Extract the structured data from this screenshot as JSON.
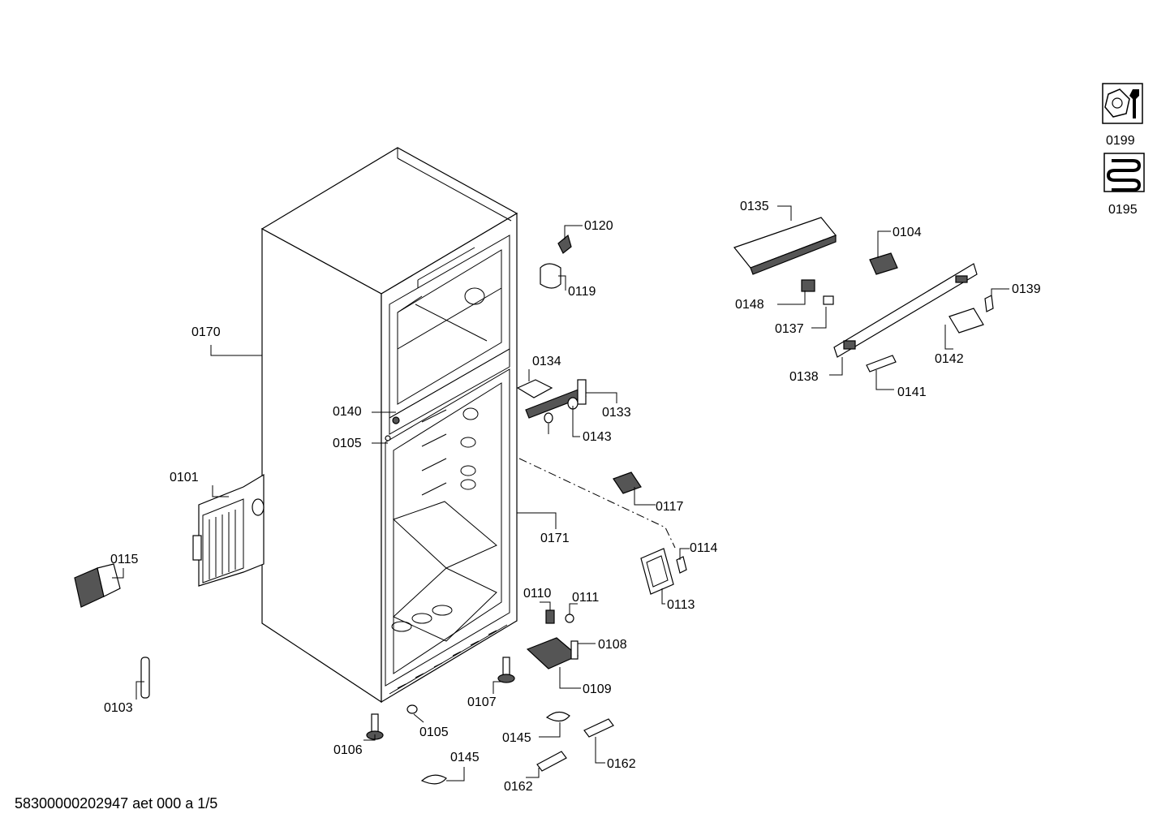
{
  "footer": {
    "text": "58300000202947 aet 000 a 1/5"
  },
  "symbols": [
    {
      "label": "0199",
      "icon": "hex-nut-wrench-icon"
    },
    {
      "label": "0195",
      "icon": "refrigerant-coil-icon"
    }
  ],
  "callouts": [
    "0101",
    "0103",
    "0104",
    "0105",
    "0105",
    "0106",
    "0107",
    "0108",
    "0109",
    "0110",
    "0111",
    "0113",
    "0114",
    "0115",
    "0117",
    "0119",
    "0120",
    "0133",
    "0134",
    "0135",
    "0137",
    "0138",
    "0139",
    "0140",
    "0141",
    "0142",
    "0143",
    "0145",
    "0145",
    "0148",
    "0162",
    "0162",
    "0170",
    "0171"
  ]
}
